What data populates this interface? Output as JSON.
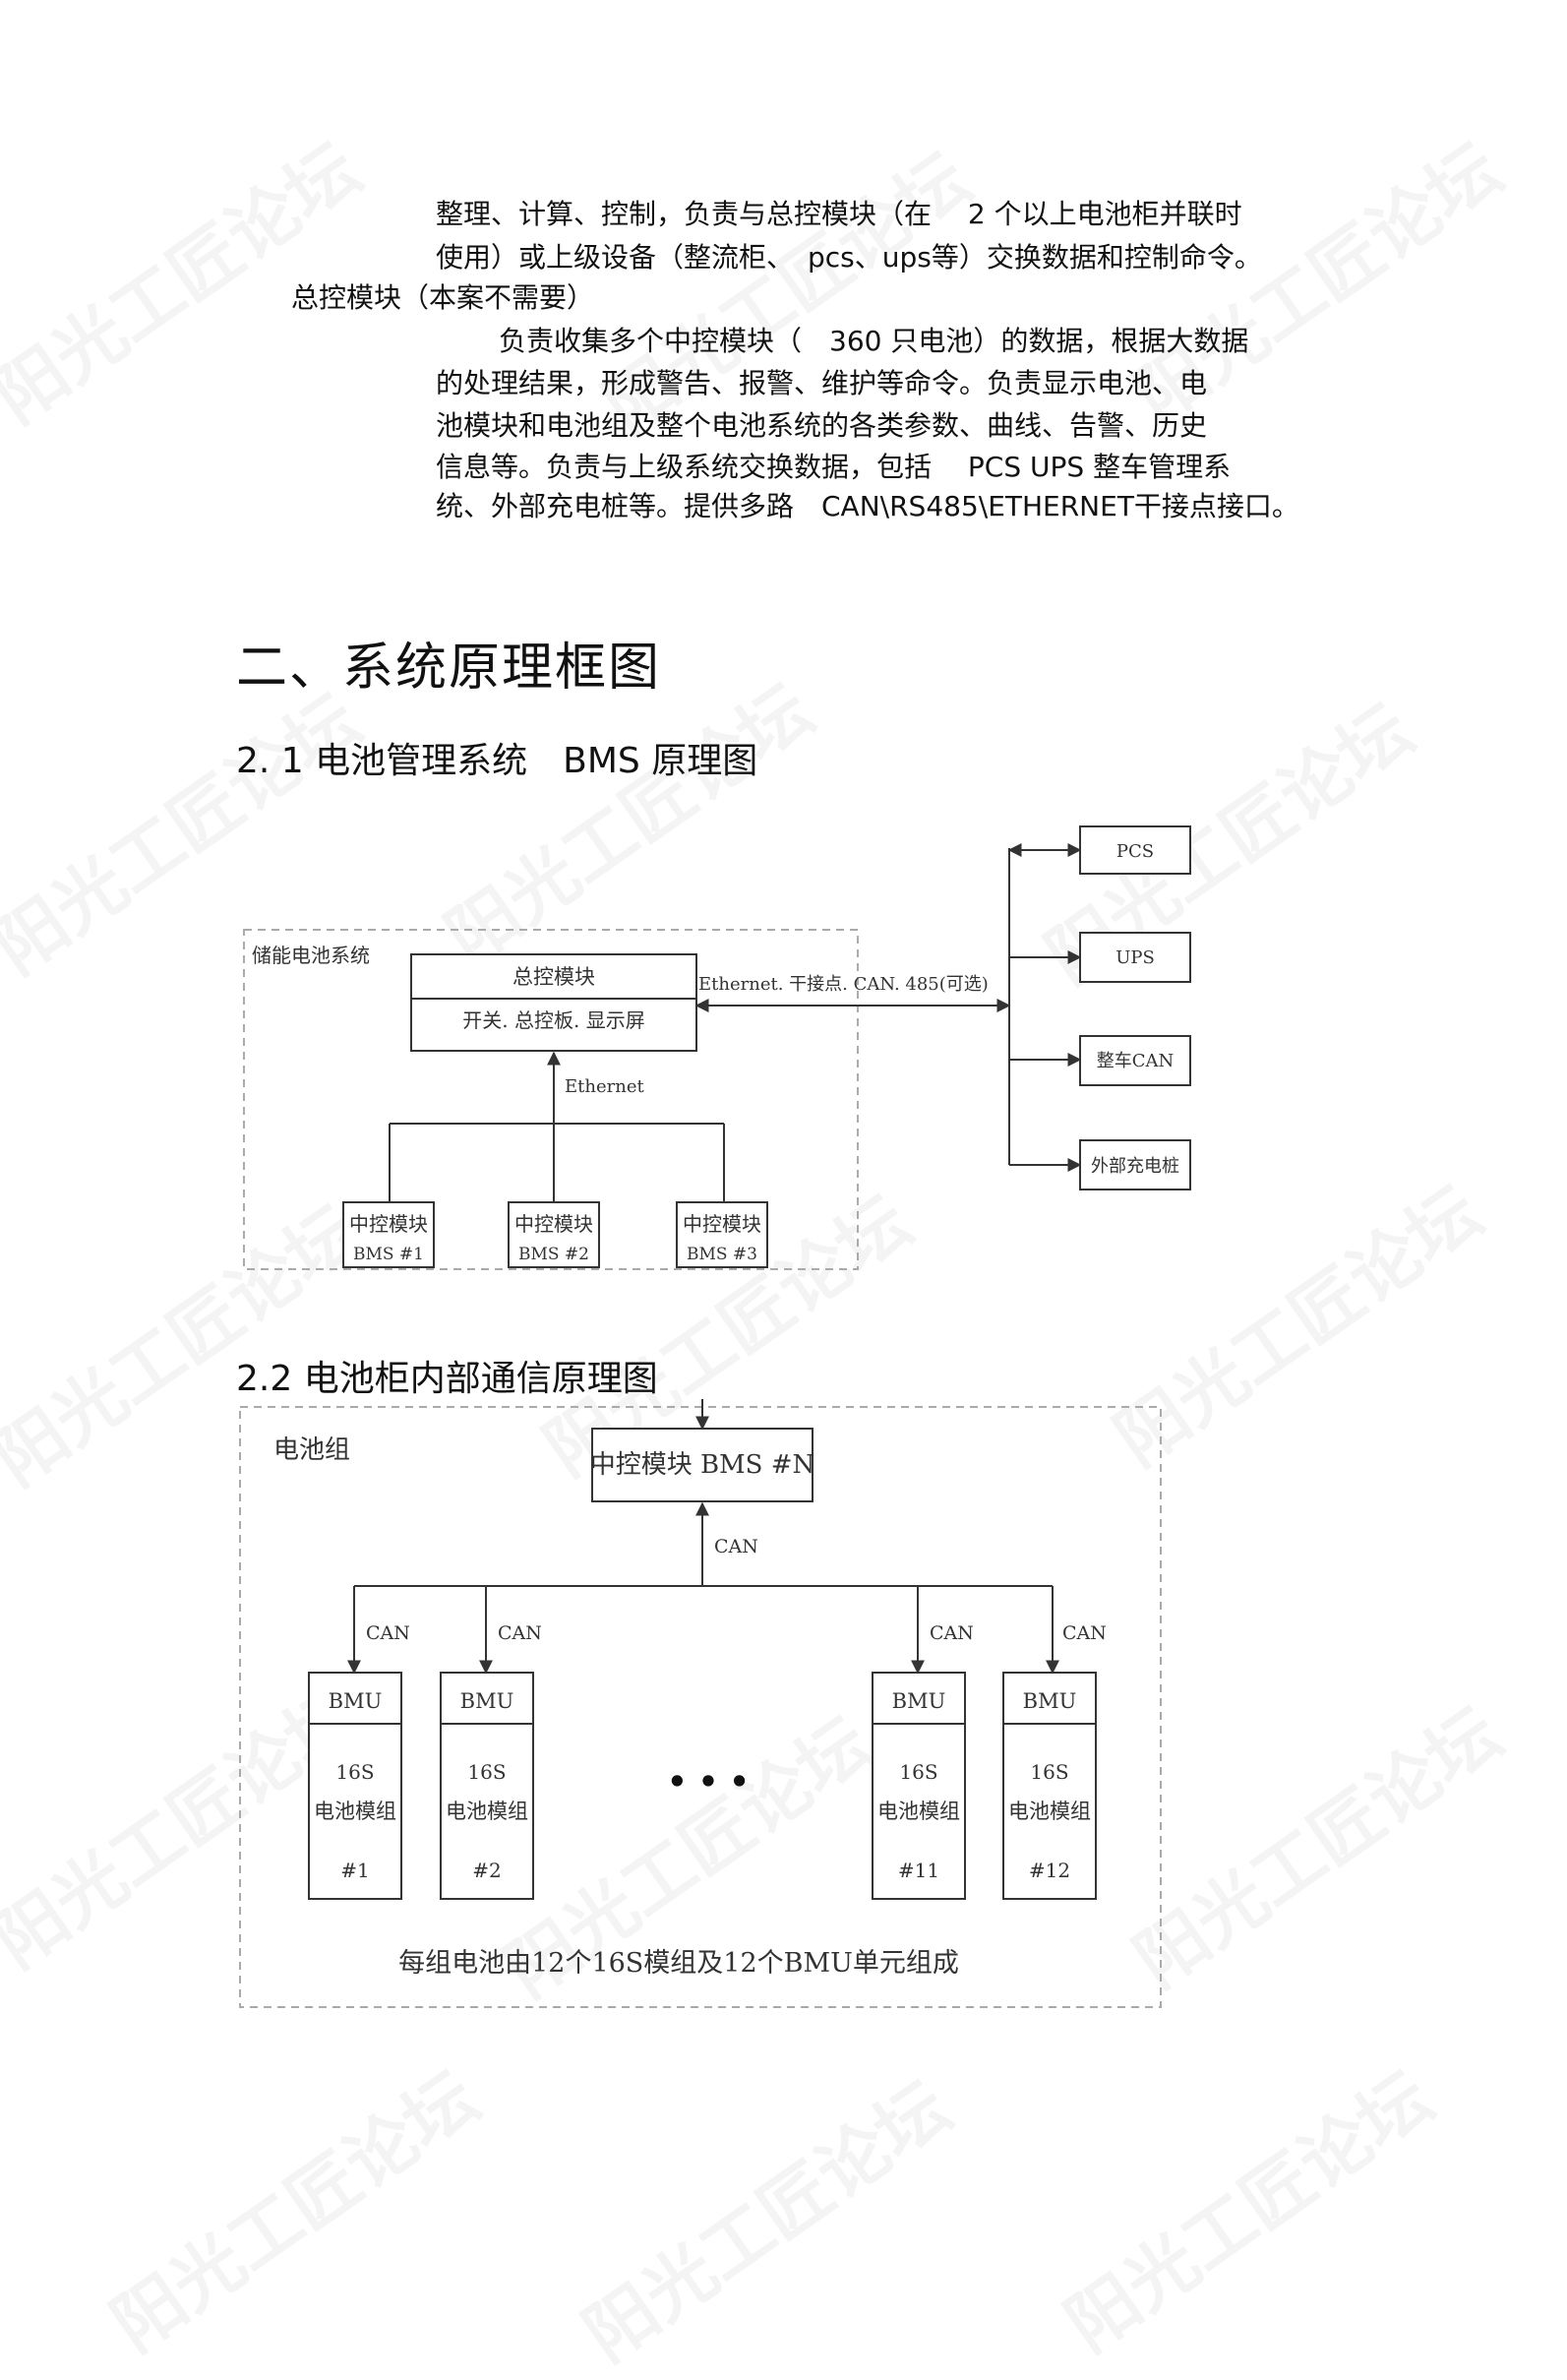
{
  "intro": {
    "lines": [
      "整理、计算、控制，负责与总控模块（在　 2 个以上电池柜并联时",
      "使用）或上级设备（整流柜、　pcs、ups等）交换数据和控制命令。"
    ]
  },
  "master_module": {
    "heading": "总控模块（本案不需要）",
    "lines": [
      "负责收集多个中控模块（　360 只电池）的数据，根据大数据",
      "的处理结果，形成警告、报警、维护等命令。负责显示电池、电",
      "池模块和电池组及整个电池系统的各类参数、曲线、告警、历史",
      "信息等。负责与上级系统交换数据，包括　 PCS  UPS  整车管理系",
      "统、外部充电桩等。提供多路　CAN\\RS485\\ETHERNET干接点接口。"
    ]
  },
  "section_title": "二、系统原理框图",
  "sub1_title": "2. 1 电池管理系统　BMS  原理图",
  "diagram1": {
    "system_label": "储能电池系统",
    "master_title": "总控模块",
    "master_sub": "开关. 总控板. 显示屏",
    "link_label": "Ethernet. 干接点. CAN. 485(可选)",
    "ethernet_label": "Ethernet",
    "externals": [
      "PCS",
      "UPS",
      "整车CAN",
      "外部充电桩"
    ],
    "bms_modules": [
      {
        "title": "中控模块",
        "id": "BMS #1"
      },
      {
        "title": "中控模块",
        "id": "BMS #2"
      },
      {
        "title": "中控模块",
        "id": "BMS #3"
      }
    ]
  },
  "sub2_title": "2.2  电池柜内部通信原理图",
  "diagram2": {
    "group_label": "电池组",
    "top_module": "中控模块 BMS #N",
    "can_label": "CAN",
    "units": [
      {
        "bmu": "BMU",
        "line1": "16S",
        "line2": "电池模组",
        "num": "#1"
      },
      {
        "bmu": "BMU",
        "line1": "16S",
        "line2": "电池模组",
        "num": "#2"
      },
      {
        "bmu": "BMU",
        "line1": "16S",
        "line2": "电池模组",
        "num": "#11"
      },
      {
        "bmu": "BMU",
        "line1": "16S",
        "line2": "电池模组",
        "num": "#12"
      }
    ],
    "ellipsis": "• • •",
    "caption": "每组电池由12个16S模组及12个BMU单元组成"
  },
  "watermark": "阳光工匠论坛"
}
